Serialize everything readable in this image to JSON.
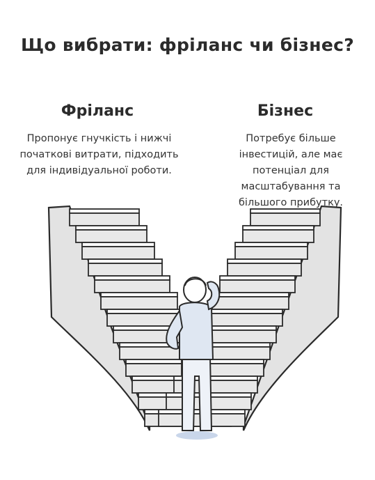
{
  "title": "Що вибрати: фріланс чи бізнес?",
  "left": {
    "heading": "Фріланс",
    "text": "Пропонує гнучкість і нижчі початкові витрати, підходить для індивідуальної роботи."
  },
  "right": {
    "heading": "Бізнес",
    "text": "Потребує більше інвестицій, але має потенціал для масштабування та більшого прибутку."
  },
  "colors": {
    "stair_fill": "#e6e6e6",
    "stair_shadow": "#d4d4d4",
    "outline": "#2a2a2a",
    "person_shirt": "#dfe7f2",
    "person_pants": "#eef2f8",
    "shadow": "#c9d6ea"
  },
  "icons": [
    "staircase-left",
    "staircase-right",
    "person-thinking"
  ]
}
